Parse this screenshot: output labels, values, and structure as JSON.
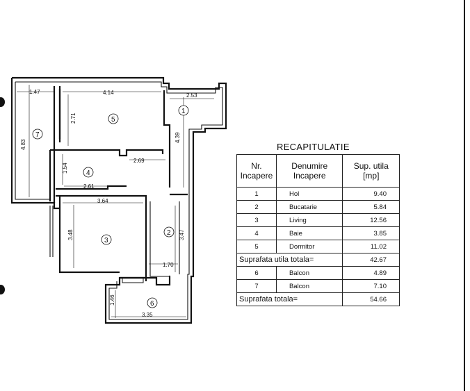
{
  "plan": {
    "dims": {
      "d147": "1.47",
      "d414": "4.14",
      "d253": "2.53",
      "d483": "4.83",
      "d271": "2.71",
      "d439": "4.39",
      "d154": "1.54",
      "d269": "2.69",
      "d261": "2.61",
      "d364": "3.64",
      "d348": "3.48",
      "d347": "3.47",
      "d170": "1.70",
      "d146": "1.46",
      "d335": "3.35"
    },
    "rooms": [
      "1",
      "2",
      "3",
      "4",
      "5",
      "6",
      "7"
    ]
  },
  "recap": {
    "title": "RECAPITULATIE",
    "headers": {
      "nr": "Nr. Incapere",
      "name": "Denumire Incapere",
      "area": "Sup. utila [mp]"
    },
    "rows": [
      {
        "nr": "1",
        "name": "Hol",
        "area": "9.40"
      },
      {
        "nr": "2",
        "name": "Bucatarie",
        "area": "5.84"
      },
      {
        "nr": "3",
        "name": "Living",
        "area": "12.56"
      },
      {
        "nr": "4",
        "name": "Baie",
        "area": "3.85"
      },
      {
        "nr": "5",
        "name": "Dormitor",
        "area": "11.02"
      }
    ],
    "util_label": "Suprafata utila totala=",
    "util_value": "42.67",
    "balcony_rows": [
      {
        "nr": "6",
        "name": "Balcon",
        "area": "4.89"
      },
      {
        "nr": "7",
        "name": "Balcon",
        "area": "7.10"
      }
    ],
    "total_label": "Suprafata totala=",
    "total_value": "54.66"
  }
}
